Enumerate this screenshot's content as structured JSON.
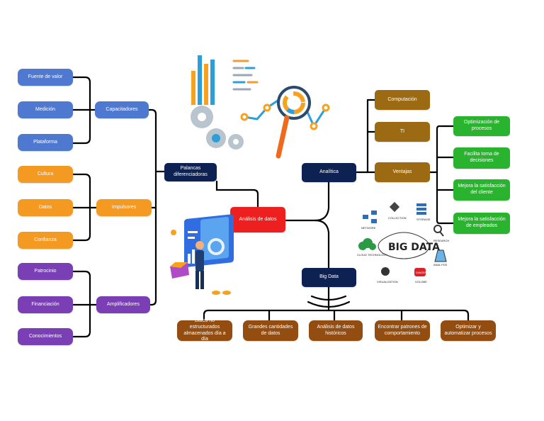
{
  "left": {
    "capacitadores": {
      "label": "Capacitadores",
      "items": [
        "Fuente de valor",
        "Medición",
        "Plataforma"
      ]
    },
    "impulsores": {
      "label": "Impulsores",
      "items": [
        "Cultura",
        "Datos",
        "Confianza"
      ]
    },
    "amplificadores": {
      "label": "Amplificadores",
      "items": [
        "Patrocinio",
        "Financiación",
        "Conocimientos"
      ]
    },
    "palancas": "Palancas diferenciadoras"
  },
  "center": "Análisis de datos",
  "right": {
    "analitica": "Analítica",
    "computacion": "Computación",
    "ti": "TI",
    "ventajas": {
      "label": "Ventajas",
      "items": [
        "Optimización de procesos",
        "Facilita toma de decisiones",
        "Mejora la satisfacción del cliente",
        "Mejora la satisfacción de empleados"
      ]
    }
  },
  "bigdata": {
    "label": "Big Data",
    "items": [
      "Datos no estructurados almacenados día a día",
      "Grandes cantidades de datos",
      "Análisis de datos históricos",
      "Encontrar patrones de comportamiento",
      "Optimizar y automatizar procesos"
    ]
  },
  "bigdata_graphic": {
    "title": "BIG DATA",
    "labels": [
      "NETWORK",
      "COLLECTION",
      "STORAGE",
      "RESEARCH",
      "CLOUD TECHNOLOGY",
      "ANALYSIS",
      "VISUALIZATION",
      "VOLUME",
      "DANGER"
    ]
  },
  "colors": {
    "blue": "#4f79d0",
    "orange": "#f49a23",
    "purple": "#7a3fb4",
    "navy": "#0d2153",
    "red": "#ee1f1f",
    "gold": "#9b6a12",
    "green": "#29b32e",
    "brown": "#934d10"
  }
}
